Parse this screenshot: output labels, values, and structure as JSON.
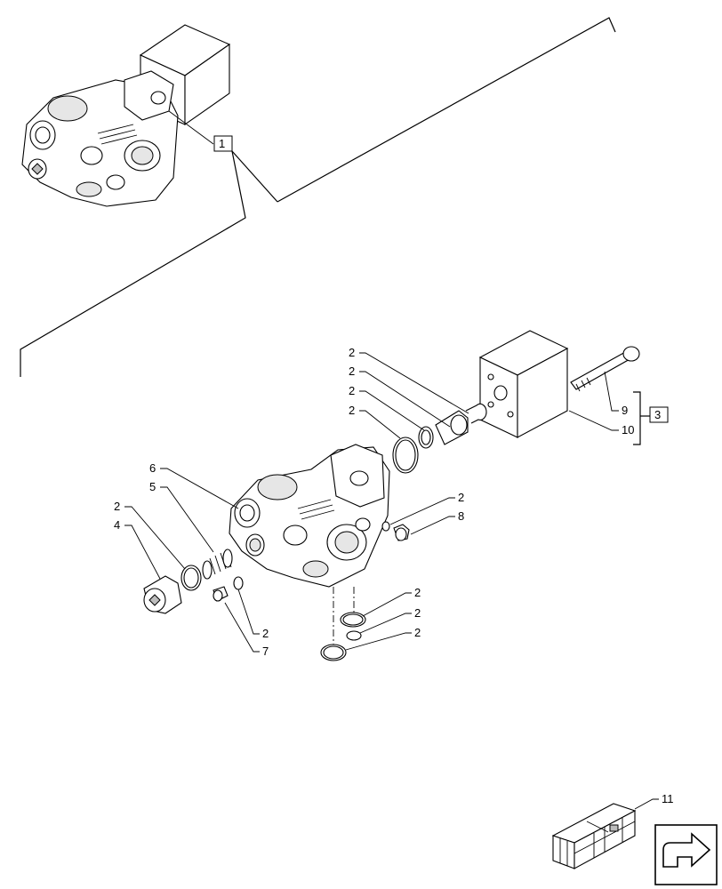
{
  "callouts": {
    "ref_1": "1",
    "ref_3": "3",
    "c_2a": "2",
    "c_2b": "2",
    "c_2c": "2",
    "c_2d": "2",
    "c_2e": "2",
    "c_2f": "2",
    "c_2g": "2",
    "c_2h": "2",
    "c_2i": "2",
    "c_2j": "2",
    "c_4": "4",
    "c_5": "5",
    "c_6": "6",
    "c_7": "7",
    "c_8": "8",
    "c_9": "9",
    "c_10": "10",
    "c_11": "11"
  },
  "icons": [
    "valve-assembly-icon",
    "kit-crate-icon",
    "navigation-arrow-icon"
  ]
}
